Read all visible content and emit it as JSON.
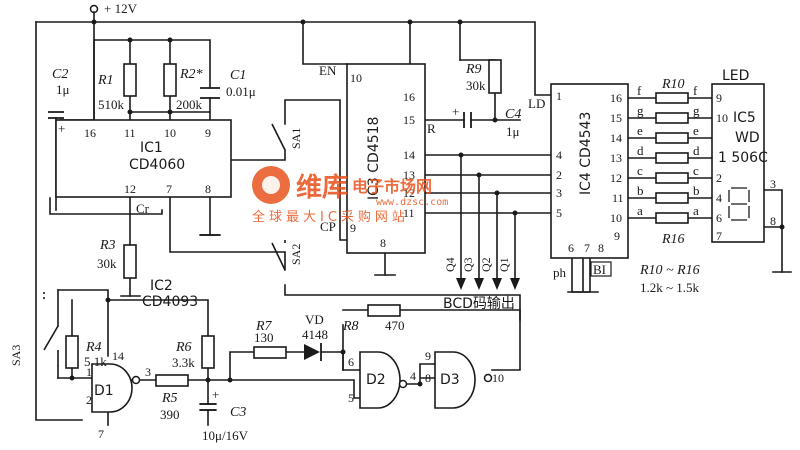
{
  "supply": "+ 12V",
  "ic1": {
    "ref": "IC1",
    "part": "CD4060",
    "pins": [
      "16",
      "11",
      "10",
      "9",
      "12",
      "7",
      "8"
    ],
    "cr": "Cr"
  },
  "r1": {
    "ref": "R1",
    "value": "510k"
  },
  "r2": {
    "ref": "R2*",
    "value": "200k"
  },
  "c1": {
    "ref": "C1",
    "value": "0.01μ"
  },
  "c2": {
    "ref": "C2",
    "value": "1μ"
  },
  "r3": {
    "ref": "R3",
    "value": "30k"
  },
  "sa1": "SA1",
  "sa2": "SA2",
  "sa3": "SA3",
  "ic3": {
    "ref": "IC3",
    "part": "CD4518",
    "pins": [
      "10",
      "16",
      "15",
      "14",
      "13",
      "12",
      "11",
      "9",
      "8"
    ],
    "en": "EN",
    "r": "R",
    "cp": "CP"
  },
  "r9": {
    "ref": "R9",
    "value": "30k"
  },
  "c4": {
    "ref": "C4",
    "value": "1μ"
  },
  "outputs": [
    "Q4",
    "Q3",
    "Q2",
    "Q1"
  ],
  "bcd_label": "BCD码输出",
  "ic4": {
    "ref": "IC4",
    "part": "CD4543",
    "ld": "LD",
    "left_pins": [
      "1",
      "4",
      "2",
      "3",
      "5"
    ],
    "right_pins": [
      "16",
      "15",
      "14",
      "13",
      "12",
      "11",
      "10",
      "9"
    ],
    "bottom_pins": [
      "6",
      "7",
      "8"
    ],
    "ph": "ph",
    "bi": "BI"
  },
  "seg_resistors": {
    "left_labels": [
      "f",
      "g",
      "e",
      "d",
      "c",
      "b",
      "a"
    ],
    "right_labels": [
      "f",
      "g",
      "e",
      "d",
      "c",
      "b",
      "a"
    ],
    "r_top": "R10",
    "r_bottom": "R16",
    "range": "R10 ~ R16",
    "range_value": "1.2k ~ 1.5k"
  },
  "led": {
    "title": "LED",
    "ref": "IC5",
    "brand": "WD",
    "part": "1 506C",
    "pins": [
      "9",
      "10",
      "1",
      "2",
      "4",
      "6",
      "7"
    ],
    "common_pins": [
      "3",
      "8"
    ]
  },
  "ic2": {
    "ref": "IC2",
    "part": "CD4093"
  },
  "r4": {
    "ref": "R4",
    "value": "5.1k"
  },
  "r5": {
    "ref": "R5",
    "value": "390"
  },
  "r6": {
    "ref": "R6",
    "value": "3.3k"
  },
  "r7": {
    "ref": "R7",
    "value": "130"
  },
  "r8": {
    "ref": "R8",
    "value": "470"
  },
  "vd": {
    "ref": "VD",
    "part": "4148"
  },
  "c3": {
    "ref": "C3",
    "value": "10μ/16V"
  },
  "d1": {
    "ref": "D1",
    "pins": [
      "14",
      "1",
      "2",
      "3",
      "7"
    ]
  },
  "d2": {
    "ref": "D2",
    "pins": [
      "6",
      "5",
      "4"
    ]
  },
  "d3": {
    "ref": "D3",
    "pins": [
      "9",
      "8",
      "10"
    ]
  },
  "watermark": {
    "brand": "维库",
    "cn": "电子市场网",
    "url": "www.dzsc.com",
    "slogan": "全球最大IC采购网站"
  }
}
